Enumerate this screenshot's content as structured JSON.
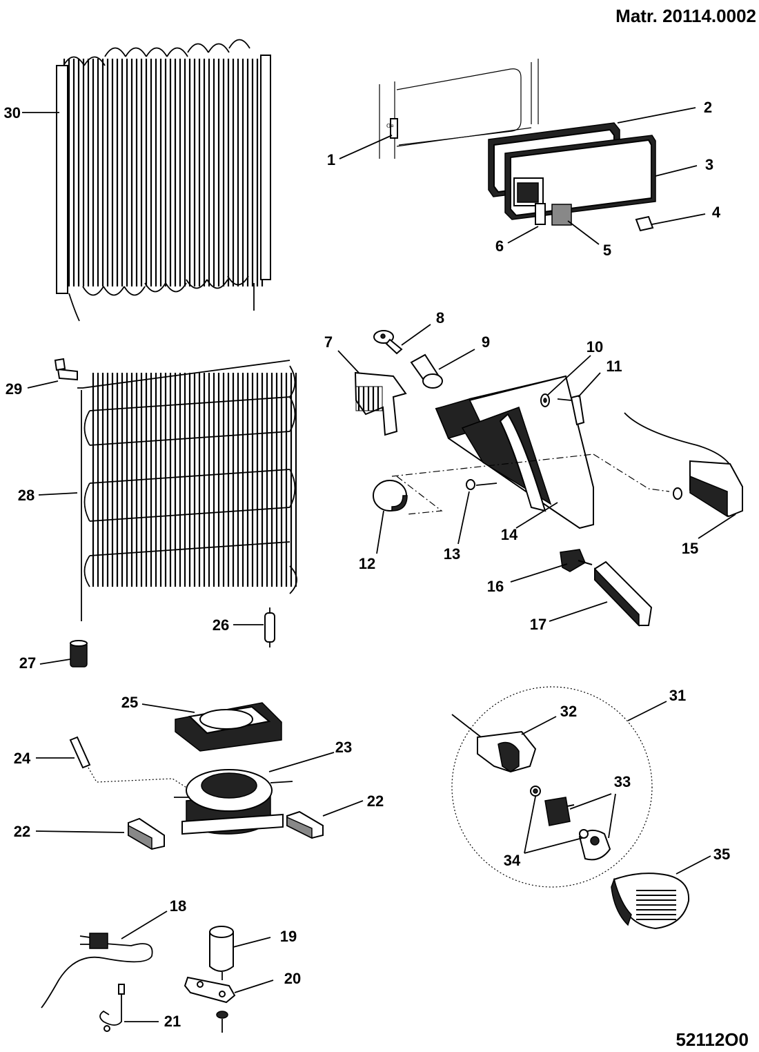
{
  "header": {
    "material_number": "Matr. 20114.0002"
  },
  "footer": {
    "drawing_code": "52112O0"
  },
  "callouts": {
    "p1": "1",
    "p2": "2",
    "p3": "3",
    "p4": "4",
    "p5": "5",
    "p6": "6",
    "p7": "7",
    "p8": "8",
    "p9": "9",
    "p10": "10",
    "p11": "11",
    "p12": "12",
    "p13": "13",
    "p14": "14",
    "p15": "15",
    "p16": "16",
    "p17": "17",
    "p18": "18",
    "p19": "19",
    "p20": "20",
    "p21": "21",
    "p22a": "22",
    "p22b": "22",
    "p23": "23",
    "p24": "24",
    "p25": "25",
    "p26": "26",
    "p27": "27",
    "p28": "28",
    "p29": "29",
    "p30": "30",
    "p31": "31",
    "p32": "32",
    "p33": "33",
    "p34": "34",
    "p35": "35"
  }
}
